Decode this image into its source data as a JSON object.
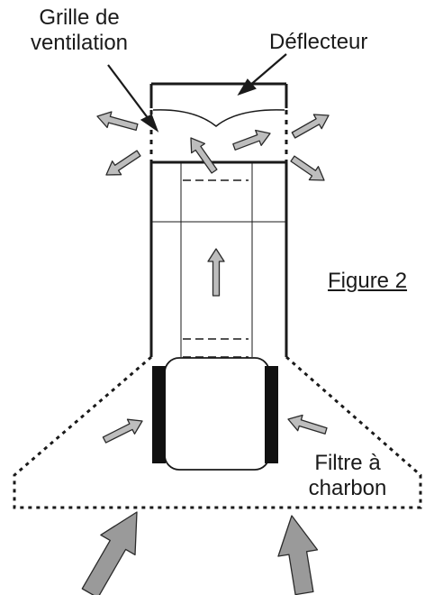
{
  "labels": {
    "grille": [
      "Grille de",
      "ventilation"
    ],
    "deflecteur": "Déflecteur",
    "figure": "Figure 2",
    "filtre": [
      "Filtre à",
      "charbon"
    ]
  },
  "colors": {
    "line": "#1a1a1a",
    "arrow_fill": "#bdbdbd",
    "big_arrow_fill": "#9a9a9a",
    "arrow_stroke": "#2a2a2a"
  }
}
